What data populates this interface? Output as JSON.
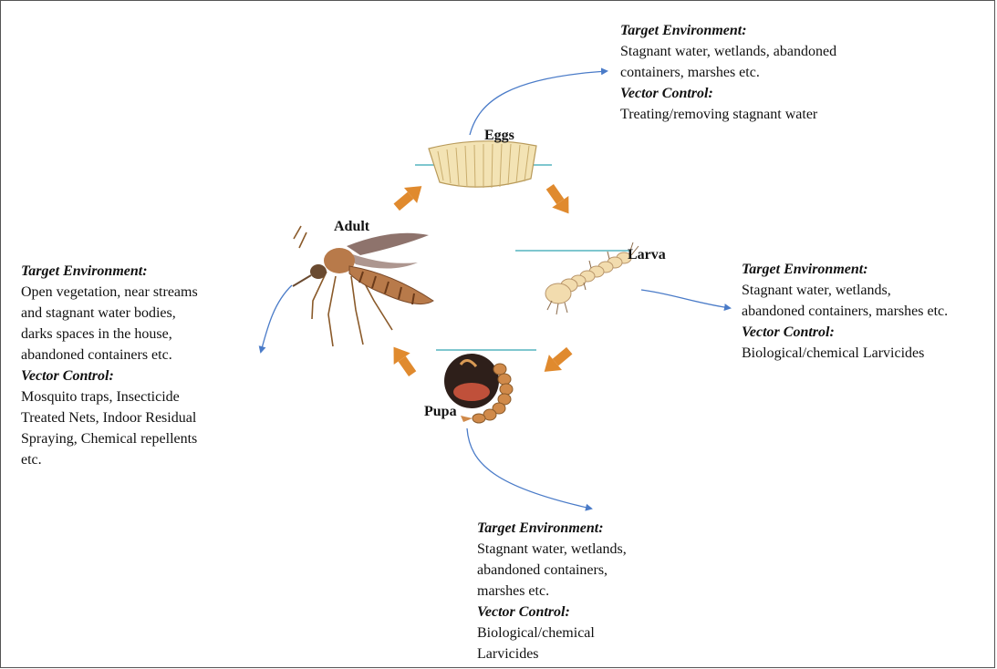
{
  "stages": {
    "eggs": "Eggs",
    "larva": "Larva",
    "pupa": "Pupa",
    "adult": "Adult"
  },
  "blocks": {
    "eggs": {
      "env_heading": "Target Environment:",
      "env_lines": [
        "Stagnant water, wetlands, abandoned",
        "containers, marshes etc."
      ],
      "ctrl_heading": "Vector Control:",
      "ctrl_lines": [
        "Treating/removing stagnant water"
      ]
    },
    "larva": {
      "env_heading": "Target Environment:",
      "env_lines": [
        "Stagnant water, wetlands,",
        "abandoned containers, marshes etc."
      ],
      "ctrl_heading": "Vector Control:",
      "ctrl_lines": [
        "Biological/chemical Larvicides"
      ]
    },
    "pupa": {
      "env_heading": "Target Environment:",
      "env_lines": [
        "Stagnant water, wetlands,",
        "abandoned containers,",
        "marshes etc."
      ],
      "ctrl_heading": "Vector Control:",
      "ctrl_lines": [
        "Biological/chemical",
        "Larvicides"
      ]
    },
    "adult": {
      "env_heading": "Target Environment:",
      "env_lines": [
        "Open vegetation, near streams",
        "and stagnant water bodies,",
        "darks spaces in the house,",
        "abandoned  containers etc."
      ],
      "ctrl_heading": "Vector Control:",
      "ctrl_lines": [
        "Mosquito traps, Insecticide",
        "Treated Nets, Indoor Residual",
        "Spraying, Chemical repellents",
        "etc."
      ]
    }
  },
  "colors": {
    "cycle_arrow": "#e08a2e",
    "pointer_arrow": "#4a7bc8",
    "water_line": "#7fc7cf",
    "egg_fill": "#f3e3b4",
    "larva_fill": "#f2dcae",
    "pupa_fill": "#d08a4a",
    "mosquito_body": "#b87a4a"
  }
}
